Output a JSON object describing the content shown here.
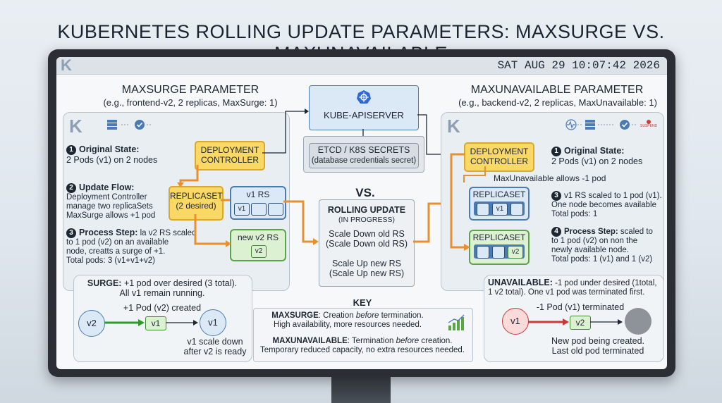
{
  "title": "KUBERNETES ROLLING UPDATE PARAMETERS: MAXSURGE VS. MAXUNAVAILABLE",
  "clock": "SAT AUG 29 10:07:42 2026",
  "logo": "K",
  "center": {
    "apiserver": "KUBE-APISERVER",
    "etcd_title": "ETCD / K8S SECRETS",
    "etcd_sub": "(database credentials secret)",
    "vs": "VS.",
    "rolling_title": "ROLLING UPDATE",
    "rolling_sub": "(IN PROGRESS)",
    "scale_down_1": "Scale Down old RS",
    "scale_down_2": "(Scale Down old RS)",
    "scale_up_1": "Scale Up new RS",
    "scale_up_2": "(Scale Up new RS)"
  },
  "left": {
    "heading": "MAXSURGE PARAMETER",
    "subheading": "(e.g., frontend-v2, 2 replicas, MaxSurge: 1)",
    "step1_title": "Original State:",
    "step1_text": "2 Pods (v1) on 2 nodes",
    "step2_title": "Update Flow:",
    "step2_l1": "Deployment Controller",
    "step2_l2": "manage two replicaSets",
    "step2_l3": "MaxSurge allows +1 pod",
    "step3_title": "Process Step:",
    "step3_l1": " la v2 RS scaled",
    "step3_l2": "to 1 pod (v2) on an available",
    "step3_l3": "node, creatts a surge of +1.",
    "step3_l4": "Total pods: 3 (v1+v1+v2)",
    "deployment_l1": "DEPLOYMENT",
    "deployment_l2": "CONTROLLER",
    "replicaset_l1": "REPLICASET",
    "replicaset_l2": "(2 desired)",
    "v1rs": "v1 RS",
    "v1pod": "v1",
    "v2rs": "new v2 RS",
    "v2pod": "v2",
    "surge_title": "SURGE:",
    "surge_l1": " +1 pod over desired (3 total).",
    "surge_l2": "All v1 remain running.",
    "surge_created": "+1 Pod (v2) created",
    "circle_v2": "v2",
    "box_v1": "v1",
    "circle_v1": "v1",
    "scaledown_l1": "v1 scale down",
    "scaledown_l2": "after v2 is ready"
  },
  "right": {
    "heading": "MAXUNAVAILABLE PARAMETER",
    "subheading": "(e.g., backend-v2, 2 replicas, MaxUnavailable: 1)",
    "deployment_l1": "DEPLOYMENT",
    "deployment_l2": "CONTROLLER",
    "allows": "MaxUnavailable allows -1 pod",
    "rs1": "REPLICASET",
    "rs1_pod": "v1",
    "rs2": "REPLICASET",
    "rs2_pod": "v2",
    "step1_title": "Original State:",
    "step1_text": "2 Pods (v1) on 2 nodes",
    "step3_l1": "v1 RS scaled to 1 pod (v1).",
    "step3_l2": "One node becomes available",
    "step3_l3": "Total pods: 1",
    "step4_title": "Process Step:",
    "step4_l1": " scaled to",
    "step4_l2": "to 1 pod (v2) on non the",
    "step4_l3": "newly available node.",
    "step4_l4": "Total pods: 1 (v1) and 1 (v2)",
    "unavail_title": "UNAVAILABLE:",
    "unavail_l1": " -1 pod under desired (1total,",
    "unavail_l2": "1 v2 total). One v1 pod was terminated first.",
    "terminated": "-1 Pod (v1) terminated",
    "circle_v1": "v1",
    "box_v2": "v2",
    "new_l1": "New pod being created.",
    "new_l2": "Last old pod terminated",
    "suspend": "SUSPEND"
  },
  "key": {
    "title": "KEY",
    "maxsurge_label": "MAXSURGE",
    "maxsurge_text_a": ": Creation ",
    "maxsurge_em": "before",
    "maxsurge_text_b": " termination.",
    "maxsurge_l2": "High availability, more resources needed.",
    "maxunavail_label": "MAXUNAVAILABLE",
    "maxunavail_text_a": ": Termination ",
    "maxunavail_em": "before",
    "maxunavail_text_b": " creation.",
    "maxunavail_l2": "Temporary reduced capacity, no extra resources needed."
  },
  "numbers": [
    "1",
    "2",
    "3",
    "4"
  ],
  "colors": {
    "orange_arrow": "#e8902f",
    "green_arrow": "#2e9a2e",
    "red_arrow": "#c83a3a",
    "yellow": "#f9d866",
    "blue": "#4b7bb5",
    "green": "#5aa54a"
  },
  "icons": [
    "kubernetes-logo-icon",
    "server-icon",
    "check-icon",
    "heartbeat-icon",
    "wheel-icon",
    "bar-chart-icon",
    "terminated-pod-icon"
  ]
}
